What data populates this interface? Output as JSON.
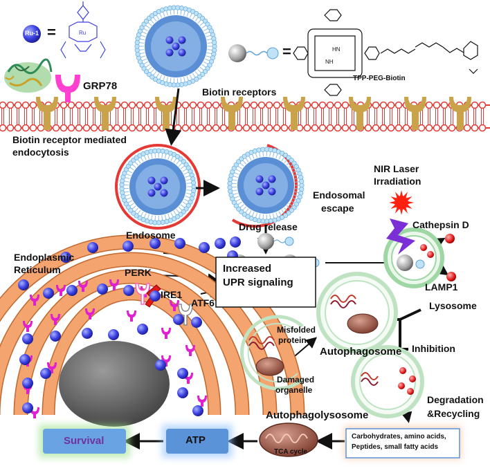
{
  "legend": {
    "ru1_label": "Ru-1",
    "equals": "=",
    "grp78_label": "GRP78",
    "tpp_label": "TPP-PEG-Biotin"
  },
  "membrane": {
    "biotin_receptors": "Biotin receptors",
    "endocytosis_line1": "Biotin receptor mediated",
    "endocytosis_line2": "endocytosis"
  },
  "endosome": {
    "endosome_label": "Endosome",
    "escape_line1": "Endosomal",
    "escape_line2": "escape",
    "drug_release": "Drug release"
  },
  "laser": {
    "line1": "NIR Laser",
    "line2": "Irradiation"
  },
  "lysosome": {
    "cathepsin": "Cathepsin D",
    "lamp1": "LAMP1",
    "lysosome_label": "Lysosome",
    "inhibition": "Inhibition"
  },
  "er": {
    "line1": "Endoplasmic",
    "line2": "Reticulum",
    "perk": "PERK",
    "ire1": "IRE1",
    "atf6": "ATF6",
    "upr_line1": "Increased",
    "upr_line2": "UPR signaling"
  },
  "autophagy": {
    "misfolded_line1": "Misfolded",
    "misfolded_line2": "protein",
    "damaged_line1": "Damaged",
    "damaged_line2": "organelle",
    "autophagosome": "Autophagosome",
    "autophagolysosome": "Autophagolysosome",
    "degradation_line1": "Degradation",
    "degradation_line2": "&Recycling"
  },
  "metabolism": {
    "nutrients_line1": "Carbohydrates, amino acids,",
    "nutrients_line2": "Peptides, small fatty acids",
    "tca": "TCA cycle",
    "atp": "ATP",
    "survival": "Survival"
  },
  "colors": {
    "membrane_red": "#e53935",
    "receptor_gold": "#c9a24a",
    "ru_blue": "#3b3fe0",
    "nanoparticle_blue": "#5a8fd6",
    "er_orange": "#f4a46e",
    "er_magenta": "#e020d0",
    "lysosome_green": "#9ed6a4",
    "atp_blue": "#5b93d8",
    "survival_purple": "#7030a0",
    "laser_purple": "#7b2fd6",
    "sun_red": "#ff2010"
  }
}
